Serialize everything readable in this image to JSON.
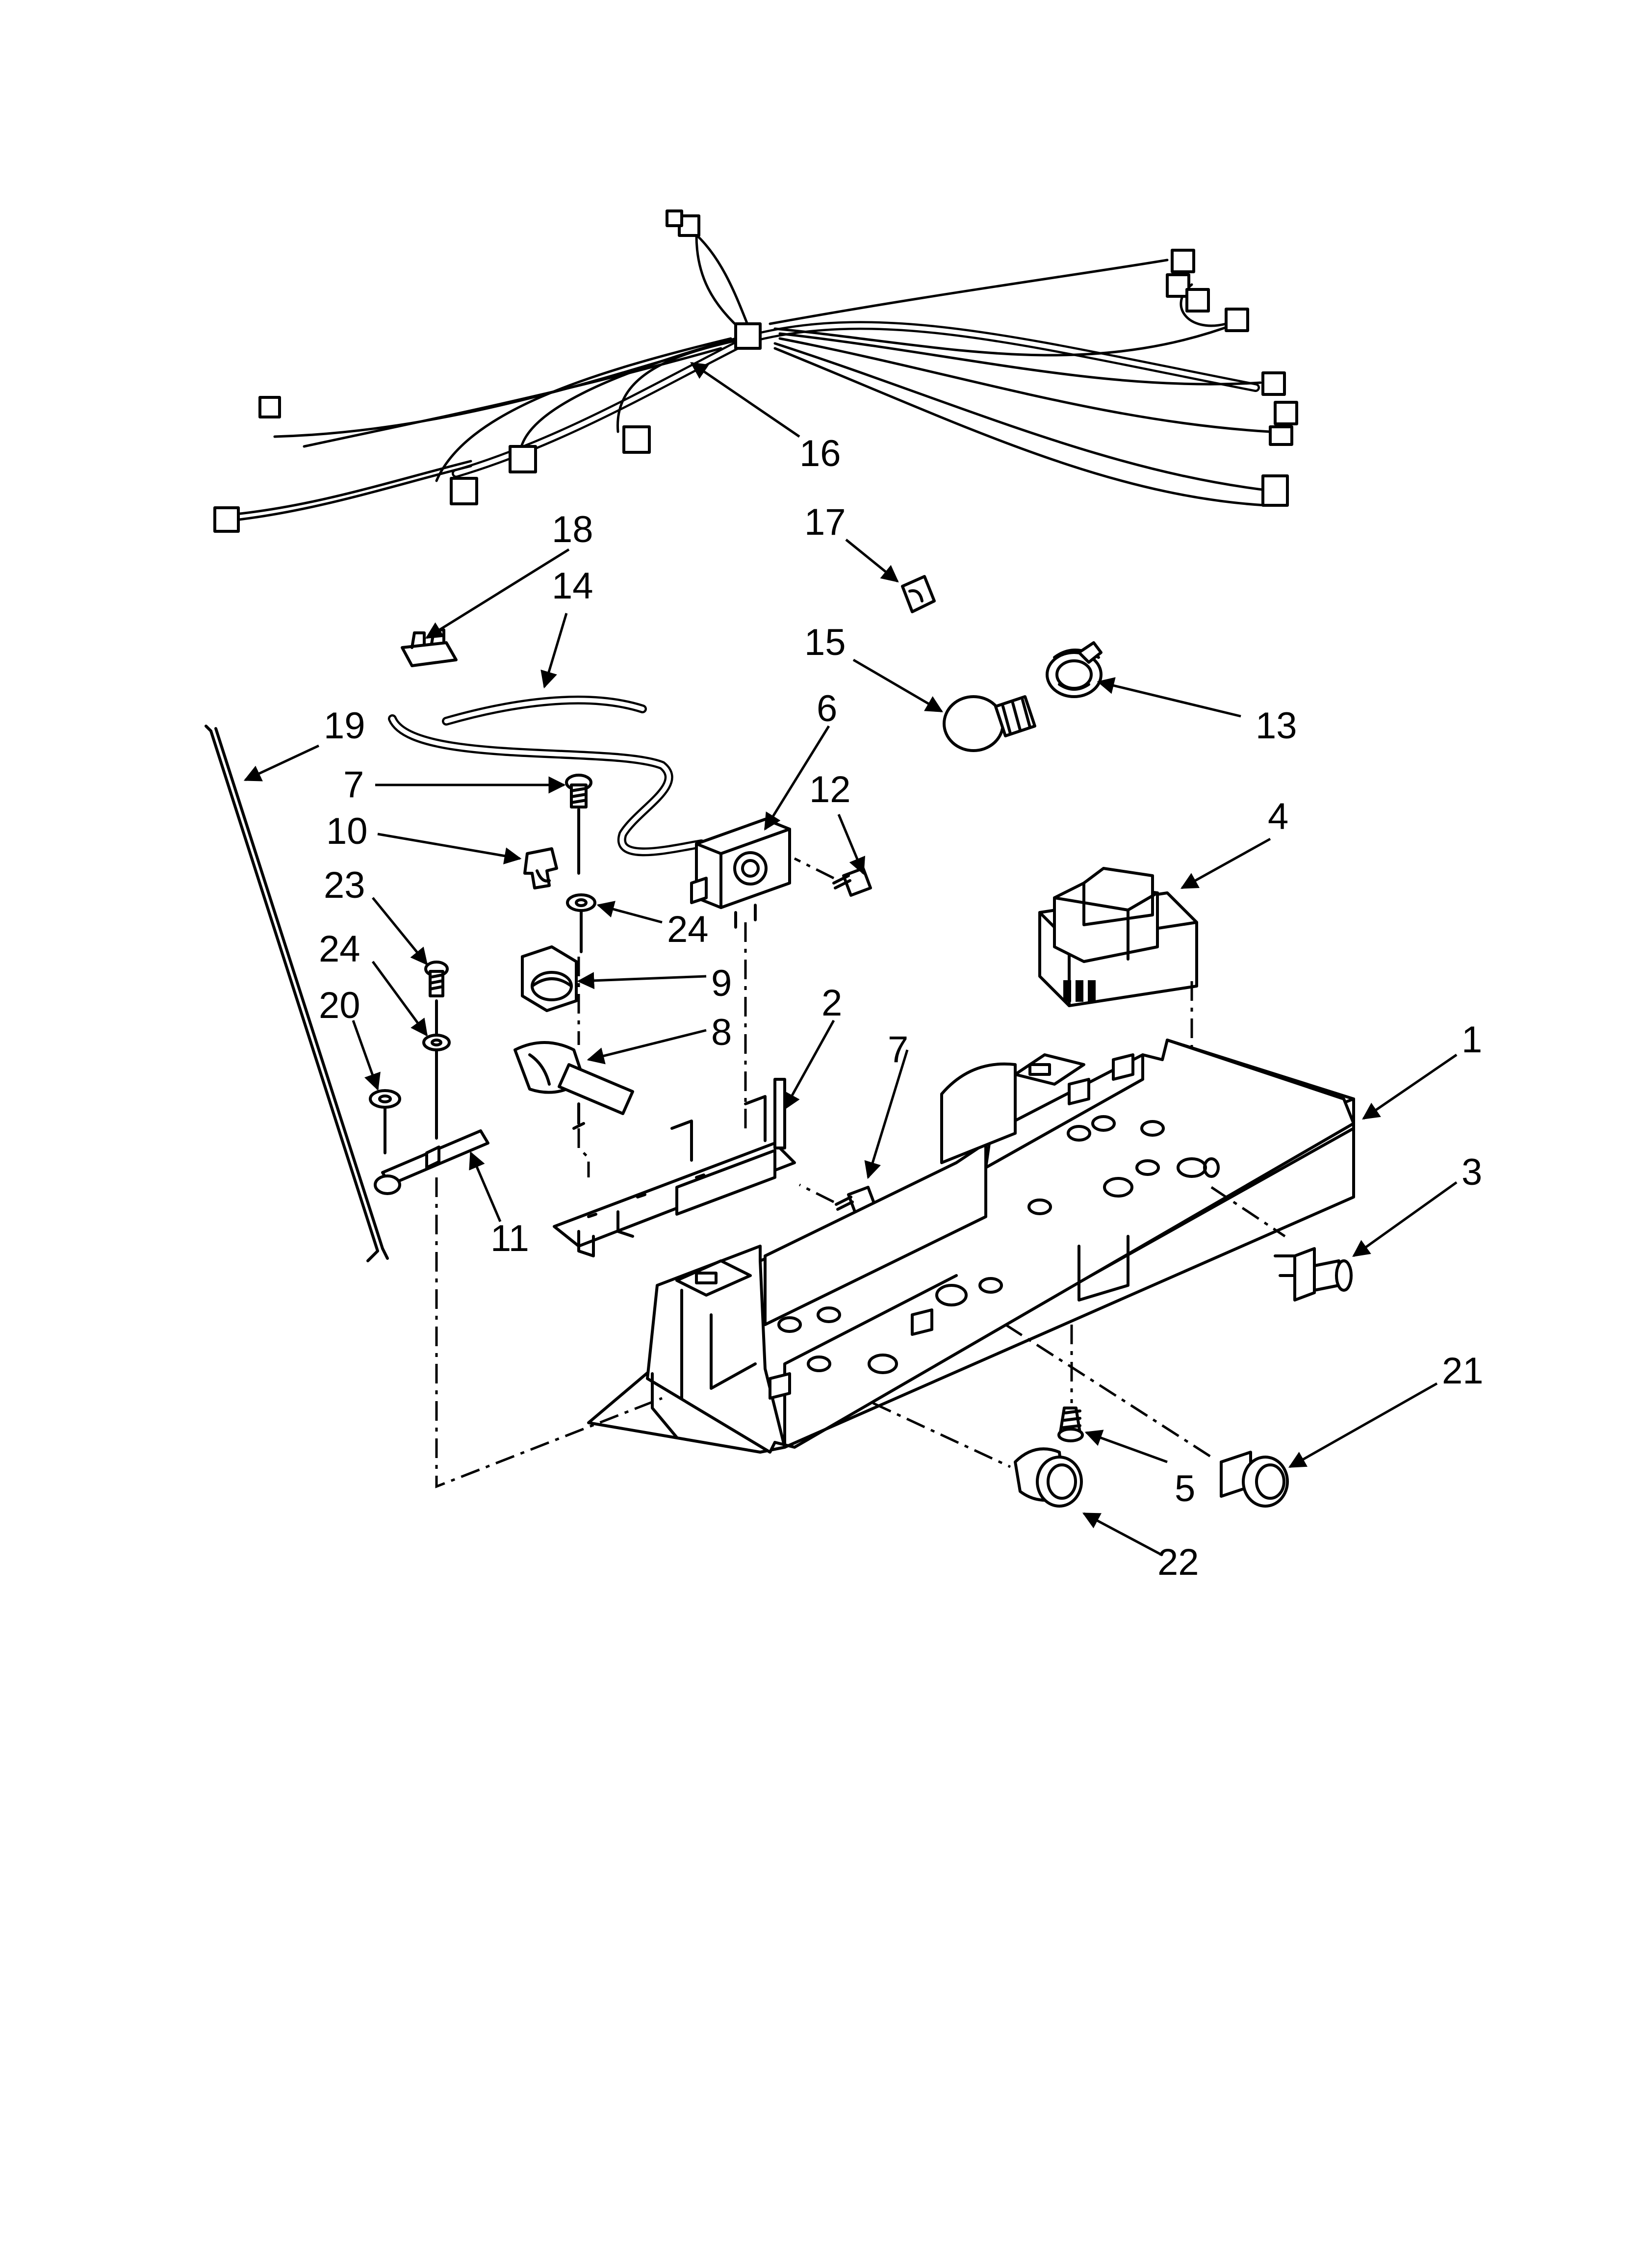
{
  "callouts": {
    "c1": "1",
    "c2": "2",
    "c3": "3",
    "c4": "4",
    "c5": "5",
    "c6": "6",
    "c7a": "7",
    "c7b": "7",
    "c8": "8",
    "c9": "9",
    "c10": "10",
    "c11": "11",
    "c12": "12",
    "c13": "13",
    "c14": "14",
    "c15": "15",
    "c16": "16",
    "c17": "17",
    "c18": "18",
    "c19": "19",
    "c20": "20",
    "c21": "21",
    "c22": "22",
    "c23": "23",
    "c24a": "24",
    "c24b": "24"
  }
}
